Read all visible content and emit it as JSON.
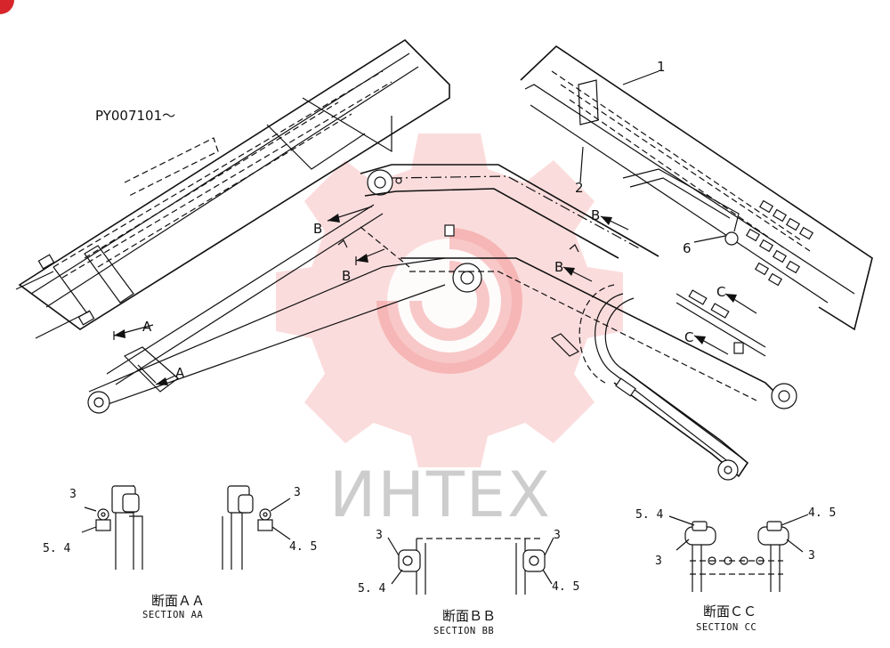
{
  "serial_note": "PY007101～",
  "watermark": {
    "text": "ИНТЕХ",
    "color": "#f08080"
  },
  "corner_badge": {
    "color": "#d7262b"
  },
  "parts": {
    "p1": "1",
    "p2": "2",
    "p6": "6"
  },
  "section_arrows": {
    "a1": "A",
    "a2": "A",
    "b1": "B",
    "b2": "B",
    "b3": "B",
    "b4": "B",
    "c1": "C",
    "c2": "C"
  },
  "sections": {
    "aa": {
      "title_jp": "断面ＡＡ",
      "title_en": "SECTION AA",
      "left_top": "3",
      "left_bottom": "5. 4",
      "right_top": "3",
      "right_bottom": "4. 5"
    },
    "bb": {
      "title_jp": "断面ＢＢ",
      "title_en": "SECTION BB",
      "left_top": "3",
      "left_bottom": "5. 4",
      "right_top": "3",
      "right_bottom": "4. 5"
    },
    "cc": {
      "title_jp": "断面ＣＣ",
      "title_en": "SECTION CC",
      "left_top": "5. 4",
      "left_bottom": "3",
      "right_top": "4. 5",
      "right_bottom": "3"
    }
  }
}
